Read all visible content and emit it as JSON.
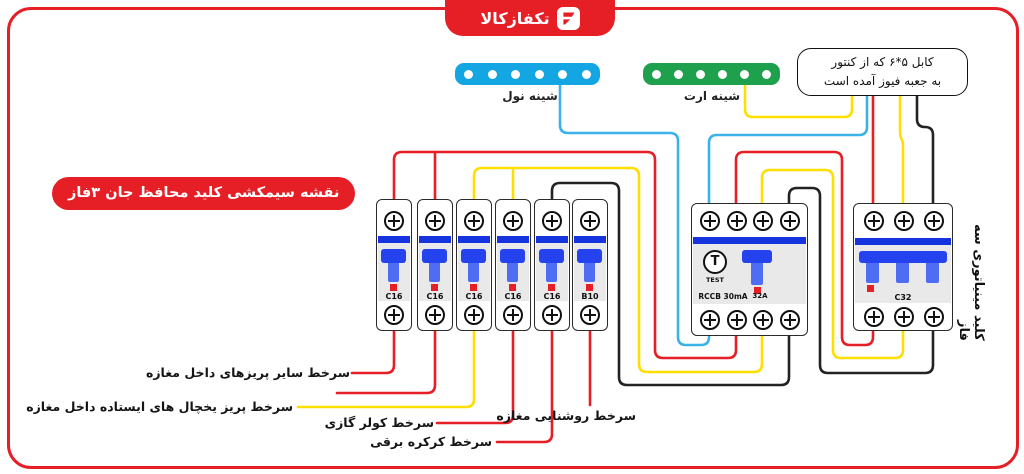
{
  "logo": {
    "text": "تکفازکالا",
    "bg_color": "#e61e25"
  },
  "note_box": {
    "line1": "کابل ۵*۶ که از کنتور",
    "line2": "به جعبه فیوز آمده است"
  },
  "title_badge": {
    "text": "نقشه سیمکشی کلید محافظ جان ۳فاز",
    "bg_color": "#e61e25"
  },
  "buses": {
    "neutral": {
      "label": "شینه نول",
      "color": "#14a5e3"
    },
    "earth": {
      "label": "شینه ارت",
      "color": "#1ea04d"
    }
  },
  "breakers": {
    "singles": [
      {
        "label": "C16"
      },
      {
        "label": "C16"
      },
      {
        "label": "C16"
      },
      {
        "label": "C16"
      },
      {
        "label": "C16"
      },
      {
        "label": "B10"
      }
    ],
    "rccb": {
      "test_letter": "T",
      "test_label": "TEST",
      "rating": "RCCB 30mA",
      "amp": "32A"
    },
    "three_phase": {
      "label": "C32",
      "side_label": "کلید مینیاتوری سه فاز"
    }
  },
  "output_labels": [
    {
      "text": "سرخط سایر پریزهای داخل مغازه",
      "leader_color": "#e61e25"
    },
    {
      "text": "سرخط پریز یخچال های ایستاده داخل مغازه",
      "leader_color": "#ffdf00"
    },
    {
      "text": "سرخط کولر گازی",
      "leader_color": "#e61e25"
    },
    {
      "text": "سرخط کرکره برقی",
      "leader_color": "#e61e25"
    },
    {
      "text": "سرخط روشنایی مغازه",
      "leader_color": "#e61e25"
    }
  ],
  "wire_colors": {
    "phase_red": "#e61e25",
    "phase_yellow": "#ffdf00",
    "phase_black": "#232323",
    "neutral_blue": "#3ab3e8",
    "earth_yellow": "#ffdf00"
  }
}
